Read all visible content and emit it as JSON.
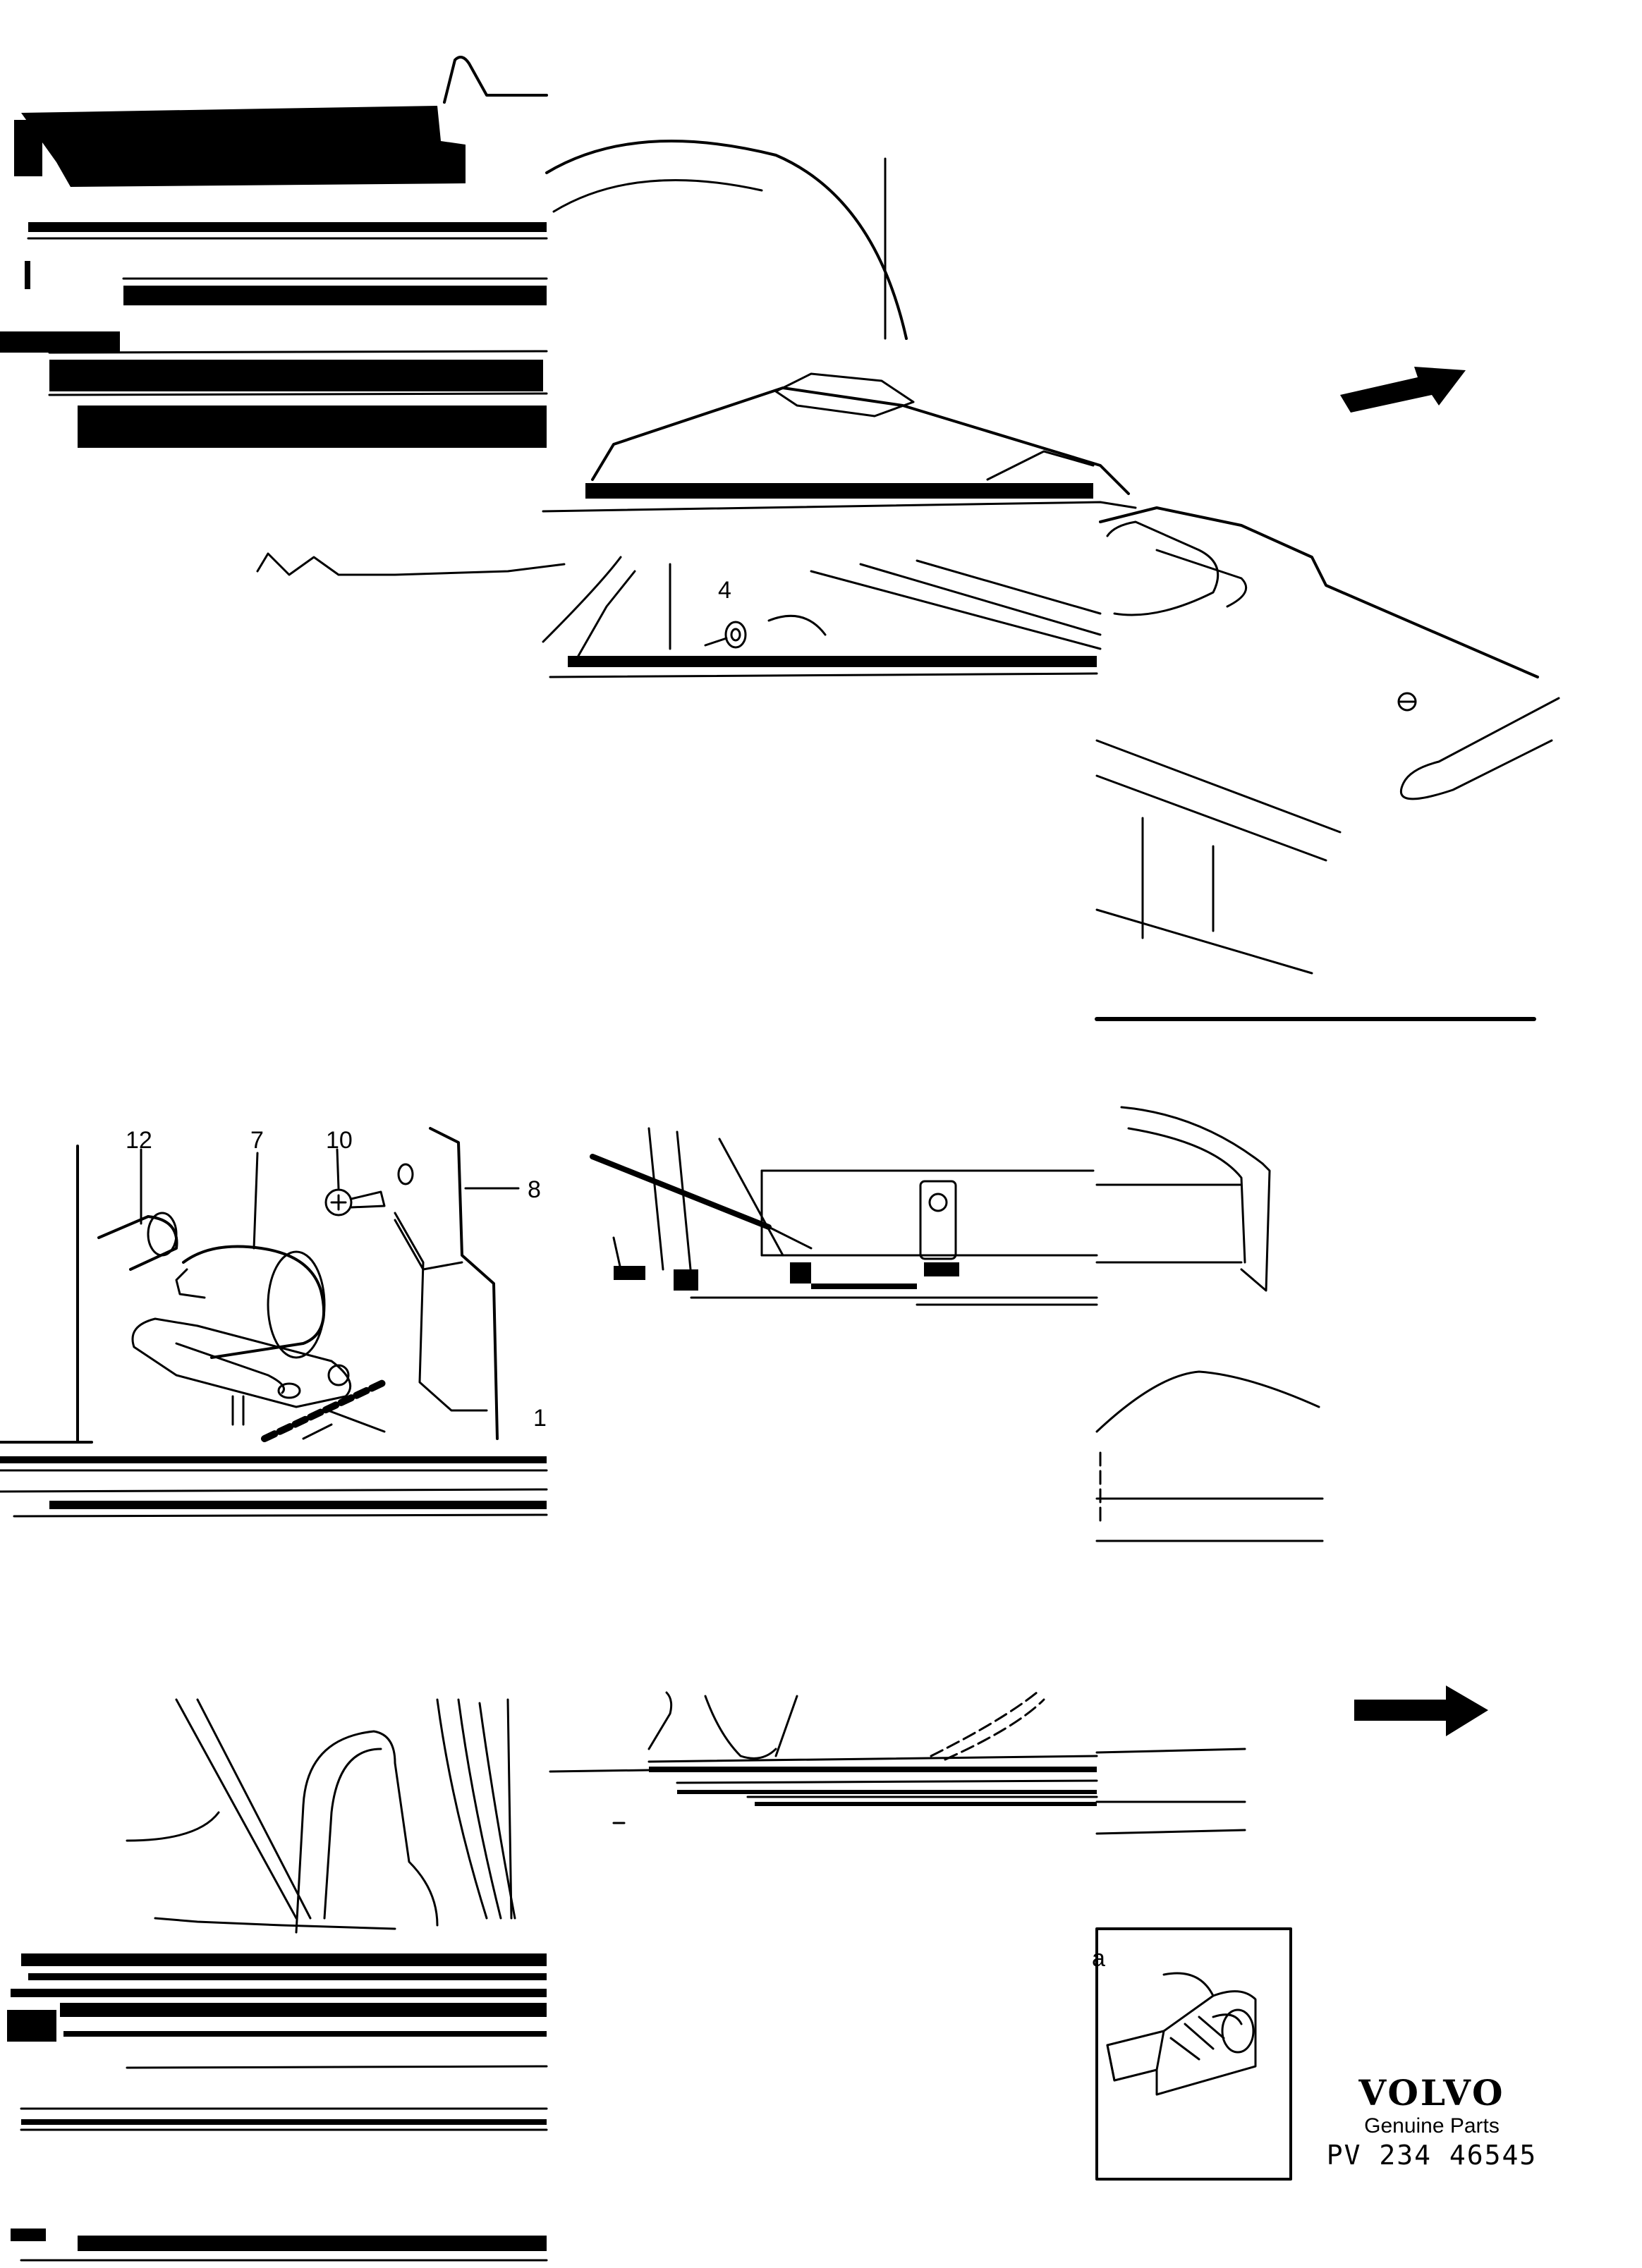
{
  "callouts": {
    "c4": "4",
    "c12": "12",
    "c7": "7",
    "c10": "10",
    "c8": "8",
    "c1": "1",
    "ca": "a"
  },
  "brand": {
    "wordmark": "VOLVO",
    "tagline": "Genuine Parts",
    "part_number": "PV 234 46545"
  },
  "colors": {
    "ink": "#000000",
    "paper": "#ffffff"
  }
}
